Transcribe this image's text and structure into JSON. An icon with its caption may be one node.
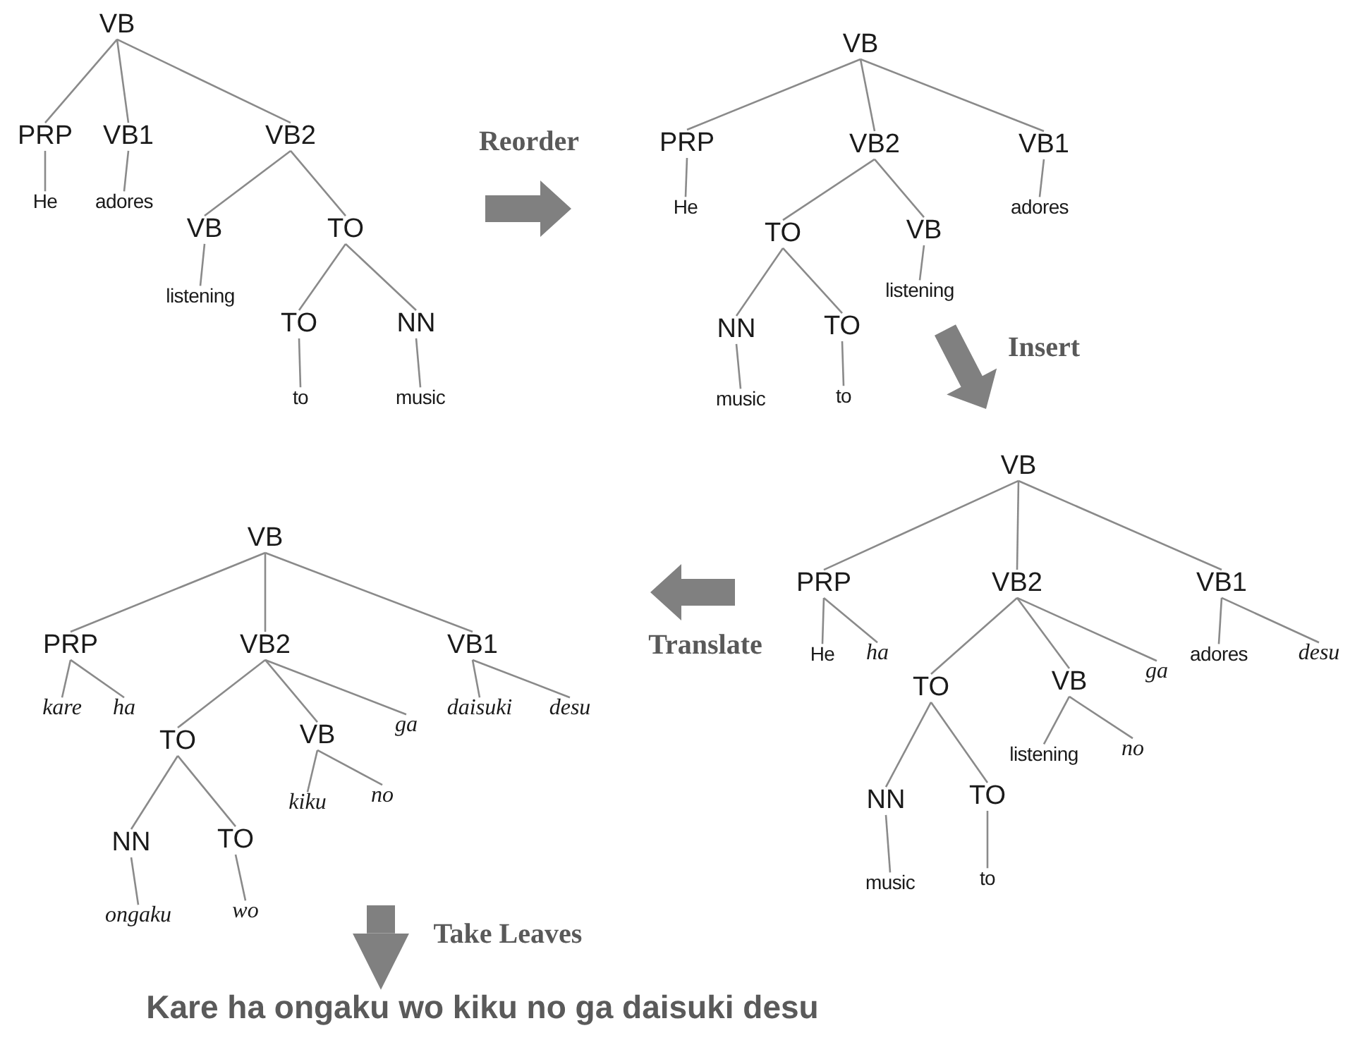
{
  "diagram": {
    "nodes": [
      {
        "text": [
          "VB"
        ]
      },
      {
        "text": [
          "PRP"
        ]
      },
      {
        "text": [
          "VB1"
        ]
      },
      {
        "text": [
          "VB2"
        ]
      },
      {
        "text": [
          "He"
        ]
      },
      {
        "text": [
          "adores"
        ]
      },
      {
        "text": [
          "VB"
        ]
      },
      {
        "text": [
          "TO"
        ]
      },
      {
        "text": [
          "listening"
        ]
      },
      {
        "text": [
          "TO"
        ]
      },
      {
        "text": [
          "NN"
        ]
      },
      {
        "text": [
          "to"
        ]
      },
      {
        "text": [
          "music"
        ]
      },
      {
        "text": [
          "VB"
        ]
      },
      {
        "text": [
          "PRP"
        ]
      },
      {
        "text": [
          "VB2"
        ]
      },
      {
        "text": [
          "VB1"
        ]
      },
      {
        "text": [
          "He"
        ]
      },
      {
        "text": [
          "adores"
        ]
      },
      {
        "text": [
          "TO"
        ]
      },
      {
        "text": [
          "VB"
        ]
      },
      {
        "text": [
          "listening"
        ]
      },
      {
        "text": [
          "NN"
        ]
      },
      {
        "text": [
          "TO"
        ]
      },
      {
        "text": [
          "music"
        ]
      },
      {
        "text": [
          "to"
        ]
      },
      {
        "text": [
          "VB"
        ]
      },
      {
        "text": [
          "PRP"
        ]
      },
      {
        "text": [
          "VB2"
        ]
      },
      {
        "text": [
          "VB1"
        ]
      },
      {
        "text": [
          "He"
        ]
      },
      {
        "text": [
          "ha"
        ]
      },
      {
        "text": [
          "TO"
        ]
      },
      {
        "text": [
          "VB"
        ]
      },
      {
        "text": [
          "ga"
        ]
      },
      {
        "text": [
          "adores"
        ]
      },
      {
        "text": [
          "desu"
        ]
      },
      {
        "text": [
          "listening"
        ]
      },
      {
        "text": [
          "no"
        ]
      },
      {
        "text": [
          "NN"
        ]
      },
      {
        "text": [
          "TO"
        ]
      },
      {
        "text": [
          "music"
        ]
      },
      {
        "text": [
          "to"
        ]
      },
      {
        "text": [
          "VB"
        ]
      },
      {
        "text": [
          "PRP"
        ]
      },
      {
        "text": [
          "VB2"
        ]
      },
      {
        "text": [
          "VB1"
        ]
      },
      {
        "text": [
          "kare"
        ]
      },
      {
        "text": [
          "ha"
        ]
      },
      {
        "text": [
          "TO"
        ]
      },
      {
        "text": [
          "VB"
        ]
      },
      {
        "text": [
          "ga"
        ]
      },
      {
        "text": [
          "daisuki"
        ]
      },
      {
        "text": [
          "desu"
        ]
      },
      {
        "text": [
          "kiku"
        ]
      },
      {
        "text": [
          "no"
        ]
      },
      {
        "text": [
          "NN"
        ]
      },
      {
        "text": [
          "TO"
        ]
      },
      {
        "text": [
          "ongaku"
        ]
      },
      {
        "text": [
          "wo"
        ]
      },
      {
        "text": [
          "Kare ha ongaku wo kiku no ga daisuki desu"
        ]
      }
    ],
    "edges": [
      {
        "from": 0,
        "to": 1,
        "arrow": "none"
      },
      {
        "from": 0,
        "to": 2,
        "arrow": "none"
      },
      {
        "from": 0,
        "to": 3,
        "arrow": "none"
      },
      {
        "from": 1,
        "to": 4,
        "arrow": "none"
      },
      {
        "from": 2,
        "to": 5,
        "arrow": "none"
      },
      {
        "from": 3,
        "to": 6,
        "arrow": "none"
      },
      {
        "from": 3,
        "to": 7,
        "arrow": "none"
      },
      {
        "from": 6,
        "to": 8,
        "arrow": "none"
      },
      {
        "from": 7,
        "to": 9,
        "arrow": "none"
      },
      {
        "from": 7,
        "to": 10,
        "arrow": "none"
      },
      {
        "from": 9,
        "to": 11,
        "arrow": "none"
      },
      {
        "from": 10,
        "to": 12,
        "arrow": "none"
      },
      {
        "from": 13,
        "to": 14,
        "arrow": "none"
      },
      {
        "from": 13,
        "to": 15,
        "arrow": "none"
      },
      {
        "from": 13,
        "to": 16,
        "arrow": "none"
      },
      {
        "from": 14,
        "to": 17,
        "arrow": "none"
      },
      {
        "from": 16,
        "to": 18,
        "arrow": "none"
      },
      {
        "from": 15,
        "to": 19,
        "arrow": "none"
      },
      {
        "from": 15,
        "to": 20,
        "arrow": "none"
      },
      {
        "from": 20,
        "to": 21,
        "arrow": "none"
      },
      {
        "from": 19,
        "to": 22,
        "arrow": "none"
      },
      {
        "from": 19,
        "to": 23,
        "arrow": "none"
      },
      {
        "from": 22,
        "to": 24,
        "arrow": "none"
      },
      {
        "from": 23,
        "to": 25,
        "arrow": "none"
      },
      {
        "from": 26,
        "to": 27,
        "arrow": "none"
      },
      {
        "from": 26,
        "to": 28,
        "arrow": "none"
      },
      {
        "from": 26,
        "to": 29,
        "arrow": "none"
      },
      {
        "from": 27,
        "to": 30,
        "arrow": "none"
      },
      {
        "from": 27,
        "to": 31,
        "arrow": "none"
      },
      {
        "from": 28,
        "to": 32,
        "arrow": "none"
      },
      {
        "from": 28,
        "to": 33,
        "arrow": "none"
      },
      {
        "from": 28,
        "to": 34,
        "arrow": "none"
      },
      {
        "from": 29,
        "to": 35,
        "arrow": "none"
      },
      {
        "from": 29,
        "to": 36,
        "arrow": "none"
      },
      {
        "from": 33,
        "to": 37,
        "arrow": "none"
      },
      {
        "from": 33,
        "to": 38,
        "arrow": "none"
      },
      {
        "from": 32,
        "to": 39,
        "arrow": "none"
      },
      {
        "from": 32,
        "to": 40,
        "arrow": "none"
      },
      {
        "from": 39,
        "to": 41,
        "arrow": "none"
      },
      {
        "from": 40,
        "to": 42,
        "arrow": "none"
      },
      {
        "from": 43,
        "to": 44,
        "arrow": "none"
      },
      {
        "from": 43,
        "to": 45,
        "arrow": "none"
      },
      {
        "from": 43,
        "to": 46,
        "arrow": "none"
      },
      {
        "from": 44,
        "to": 47,
        "arrow": "none"
      },
      {
        "from": 44,
        "to": 48,
        "arrow": "none"
      },
      {
        "from": 45,
        "to": 49,
        "arrow": "none"
      },
      {
        "from": 45,
        "to": 50,
        "arrow": "none"
      },
      {
        "from": 45,
        "to": 51,
        "arrow": "none"
      },
      {
        "from": 46,
        "to": 52,
        "arrow": "none"
      },
      {
        "from": 46,
        "to": 53,
        "arrow": "none"
      },
      {
        "from": 50,
        "to": 54,
        "arrow": "none"
      },
      {
        "from": 50,
        "to": 55,
        "arrow": "none"
      },
      {
        "from": 49,
        "to": 56,
        "arrow": "none"
      },
      {
        "from": 49,
        "to": 57,
        "arrow": "none"
      },
      {
        "from": 56,
        "to": 58,
        "arrow": "none"
      },
      {
        "from": 57,
        "to": 59,
        "arrow": "none"
      },
      {
        "from": null,
        "to": 60,
        "arrow": "to",
        "label": "Take Leaves",
        "style": "thick",
        "color": "#808080"
      }
    ],
    "labels": [
      "Reorder",
      "Insert",
      "Translate"
    ]
  }
}
